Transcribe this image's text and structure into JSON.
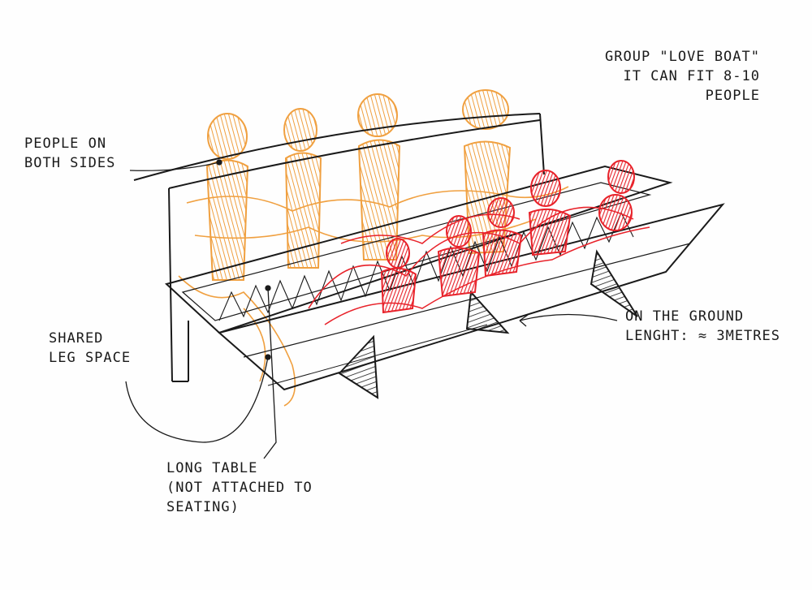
{
  "colors": {
    "ink": "#1a1a1a",
    "orange": "#f0a040",
    "red": "#e8222a",
    "paper": "#fefefe"
  },
  "notes": {
    "title": [
      "GROUP \"LOVE BOAT\"",
      "IT CAN FIT 8-10",
      "PEOPLE"
    ],
    "people_both_sides": [
      "PEOPLE ON",
      "BOTH SIDES"
    ],
    "shared_leg_space": [
      "SHARED",
      "LEG SPACE"
    ],
    "on_the_ground": [
      "ON THE GROUND",
      "LENGHT: ≈ 3METRES"
    ],
    "long_table": [
      "LONG TABLE",
      "(NOT ATTACHED TO",
      "SEATING)"
    ]
  }
}
